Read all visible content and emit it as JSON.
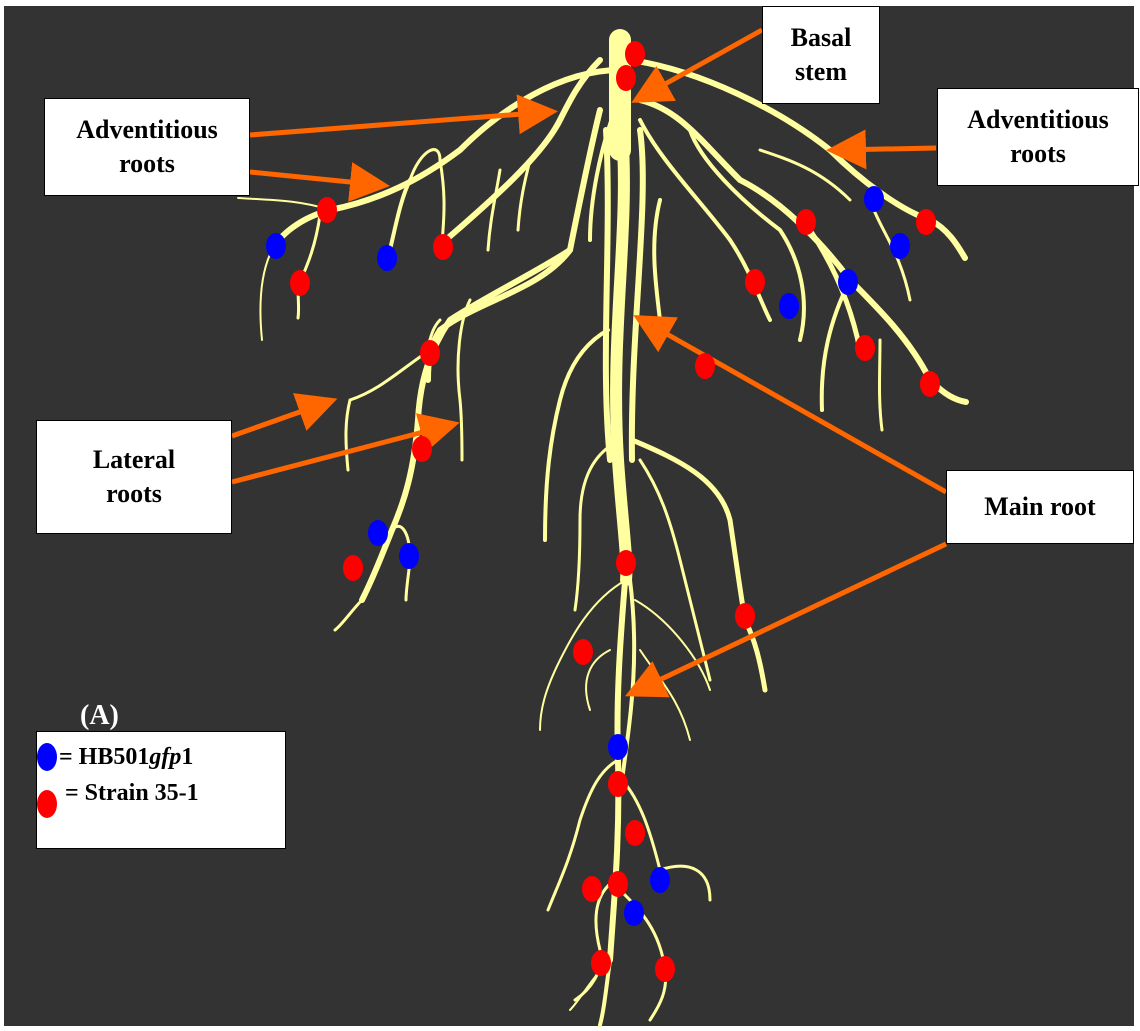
{
  "labels": {
    "basal_stem": [
      "Basal",
      "stem"
    ],
    "adventitious_left": [
      "Adventitious",
      "roots"
    ],
    "adventitious_right": [
      "Adventitious",
      "roots"
    ],
    "lateral": [
      "Lateral",
      "roots"
    ],
    "main_root": "Main root",
    "panel": "(A)"
  },
  "legend": {
    "items": [
      {
        "prefix": "= HB501",
        "italic": "gfp",
        "suffix": "1",
        "color": "#0000ff"
      },
      {
        "prefix": " = Strain 35-1",
        "italic": "",
        "suffix": "",
        "color": "#ff0000"
      }
    ]
  },
  "colors": {
    "background": "#333333",
    "root": "#ffffa0",
    "arrow": "#ff6600",
    "hb501gfp1": "#0000ff",
    "strain_35_1": "#ff0000"
  }
}
